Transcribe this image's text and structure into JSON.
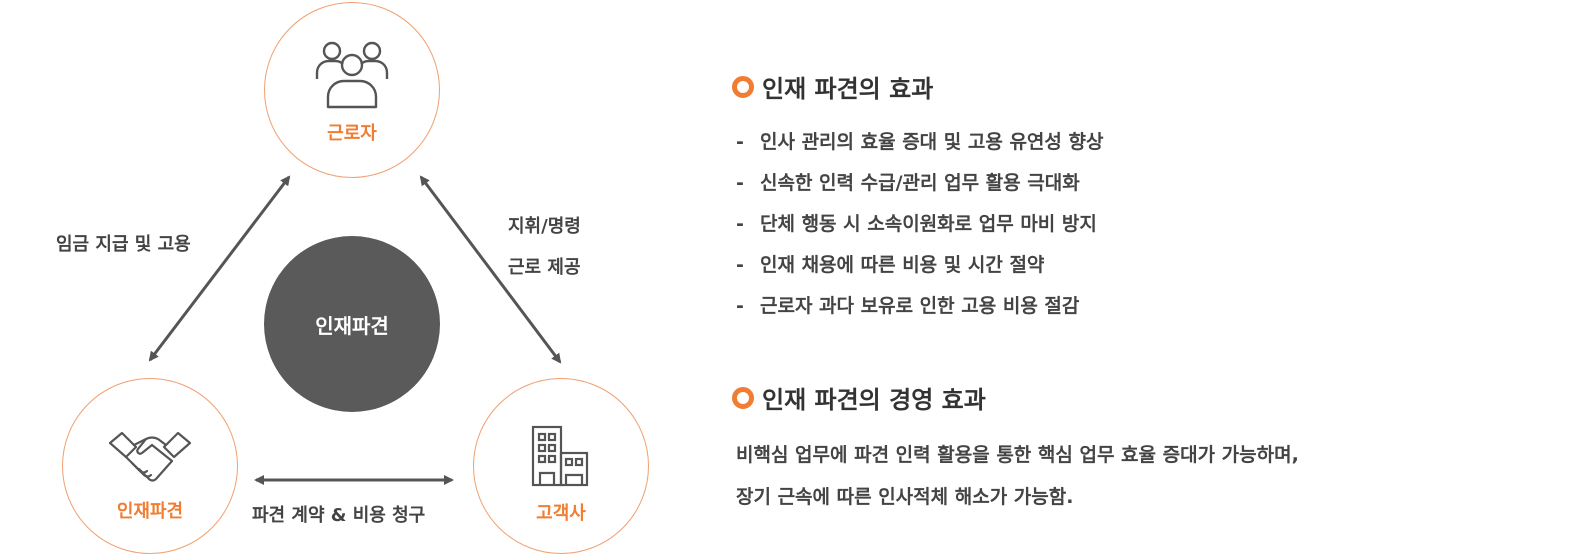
{
  "diagram": {
    "center_label": "인재파견",
    "nodes": {
      "worker": {
        "label": "근로자",
        "icon": "people-group-icon"
      },
      "agency": {
        "label": "인재파견",
        "icon": "handshake-icon"
      },
      "client": {
        "label": "고객사",
        "icon": "building-icon"
      }
    },
    "edges": {
      "left": "임금 지급 및 고용",
      "right_line1": "지휘/명령",
      "right_line2": "근로 제공",
      "bottom": "파견 계약 & 비용 청구"
    },
    "colors": {
      "accent": "#f07d32",
      "center": "#5a5a5a",
      "arrow": "#555555"
    }
  },
  "panel": {
    "section1": {
      "title": "인재 파견의 효과",
      "items": [
        "인사 관리의 효율 증대 및 고용 유연성 향상",
        "신속한 인력 수급/관리 업무 활용 극대화",
        "단체 행동 시 소속이원화로 업무 마비 방지",
        "인재 채용에 따른 비용 및 시간 절약",
        "근로자 과다 보유로 인한 고용 비용 절감"
      ]
    },
    "section2": {
      "title": "인재 파견의 경영 효과",
      "line1": "비핵심 업무에 파견 인력 활용을 통한 핵심 업무 효율 증대가 가능하며,",
      "line2": "장기 근속에 따른 인사적체 해소가 가능함."
    }
  }
}
